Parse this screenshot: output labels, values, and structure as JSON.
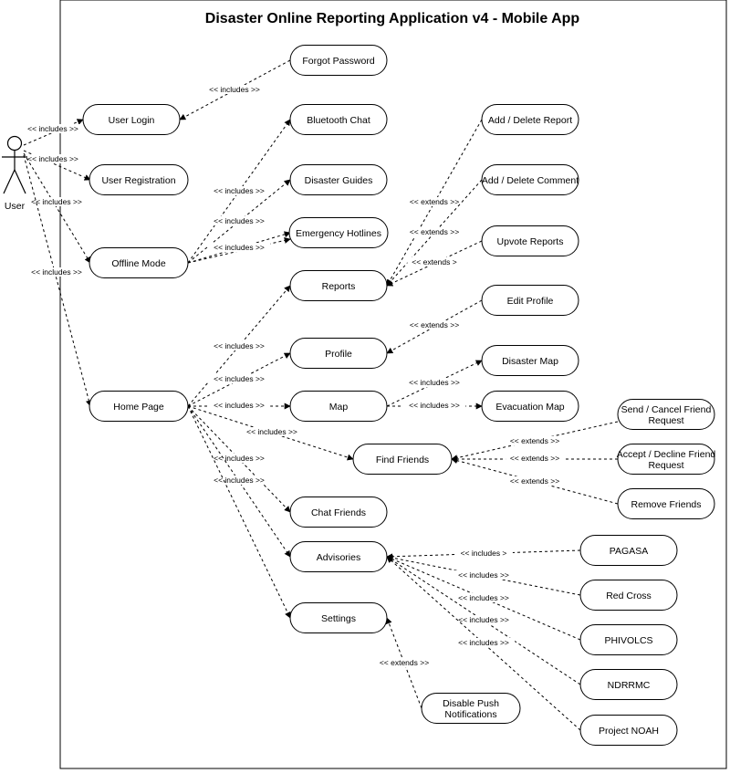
{
  "diagram": {
    "title": "Disaster Online Reporting Application v4 - Mobile App",
    "actor": {
      "id": "user",
      "label": "User"
    },
    "use_cases": [
      {
        "id": "forgot_password",
        "label": "Forgot Password"
      },
      {
        "id": "user_login",
        "label": "User Login"
      },
      {
        "id": "user_registration",
        "label": "User Registration"
      },
      {
        "id": "offline_mode",
        "label": "Offline Mode"
      },
      {
        "id": "home_page",
        "label": "Home Page"
      },
      {
        "id": "bluetooth_chat",
        "label": "Bluetooth Chat"
      },
      {
        "id": "disaster_guides",
        "label": "Disaster Guides"
      },
      {
        "id": "emergency_hotlines",
        "label": "Emergency Hotlines"
      },
      {
        "id": "reports",
        "label": "Reports"
      },
      {
        "id": "profile",
        "label": "Profile"
      },
      {
        "id": "map",
        "label": "Map"
      },
      {
        "id": "find_friends",
        "label": "Find Friends"
      },
      {
        "id": "chat_friends",
        "label": "Chat Friends"
      },
      {
        "id": "advisories",
        "label": "Advisories"
      },
      {
        "id": "settings",
        "label": "Settings"
      },
      {
        "id": "add_delete_report",
        "label": "Add / Delete Report"
      },
      {
        "id": "add_delete_comment",
        "label": "Add / Delete Comment"
      },
      {
        "id": "upvote_reports",
        "label": "Upvote Reports"
      },
      {
        "id": "edit_profile",
        "label": "Edit Profile"
      },
      {
        "id": "disaster_map",
        "label": "Disaster Map"
      },
      {
        "id": "evacuation_map",
        "label": "Evacuation Map"
      },
      {
        "id": "send_cancel_friend_request",
        "label": "Send / Cancel Friend\nRequest"
      },
      {
        "id": "accept_decline_friend_request",
        "label": "Accept / Decline Friend\nRequest"
      },
      {
        "id": "remove_friends",
        "label": "Remove Friends"
      },
      {
        "id": "pagasa",
        "label": "PAGASA"
      },
      {
        "id": "red_cross",
        "label": "Red Cross"
      },
      {
        "id": "phivolcs",
        "label": "PHIVOLCS"
      },
      {
        "id": "ndrrmc",
        "label": "NDRRMC"
      },
      {
        "id": "project_noah",
        "label": "Project NOAH"
      },
      {
        "id": "disable_push_notifications",
        "label": "Disable Push\nNotifications"
      }
    ],
    "relations": [
      {
        "from": "user",
        "to": "user_login",
        "label": "<< includes >>"
      },
      {
        "from": "user",
        "to": "user_registration",
        "label": "<< includes >>"
      },
      {
        "from": "user",
        "to": "offline_mode",
        "label": "<< includes >>"
      },
      {
        "from": "user",
        "to": "home_page",
        "label": "<< includes >>"
      },
      {
        "from": "forgot_password",
        "to": "user_login",
        "label": "<< includes >>"
      },
      {
        "from": "offline_mode",
        "to": "bluetooth_chat",
        "label": ""
      },
      {
        "from": "offline_mode",
        "to": "disaster_guides",
        "label": "<< includes >>"
      },
      {
        "from": "offline_mode",
        "to": "emergency_hotlines",
        "label": "<< includes >>"
      },
      {
        "from": "offline_mode",
        "to": "emergency_hotlines",
        "label": "<< includes >>"
      },
      {
        "from": "home_page",
        "to": "reports",
        "label": "<< includes >>"
      },
      {
        "from": "home_page",
        "to": "profile",
        "label": "<< includes >>"
      },
      {
        "from": "home_page",
        "to": "map",
        "label": "<< includes >>"
      },
      {
        "from": "home_page",
        "to": "find_friends",
        "label": "<< includes >>"
      },
      {
        "from": "home_page",
        "to": "chat_friends",
        "label": "<< includes >>"
      },
      {
        "from": "home_page",
        "to": "advisories",
        "label": "<< includes >>"
      },
      {
        "from": "home_page",
        "to": "settings",
        "label": ""
      },
      {
        "from": "add_delete_report",
        "to": "reports",
        "label": "<< extends >>"
      },
      {
        "from": "add_delete_comment",
        "to": "reports",
        "label": "<< extends >>"
      },
      {
        "from": "upvote_reports",
        "to": "reports",
        "label": "<< extends >"
      },
      {
        "from": "edit_profile",
        "to": "profile",
        "label": "<< extends >>"
      },
      {
        "from": "map",
        "to": "disaster_map",
        "label": "<< includes >>"
      },
      {
        "from": "map",
        "to": "evacuation_map",
        "label": "<< includes >>"
      },
      {
        "from": "send_cancel_friend_request",
        "to": "find_friends",
        "label": "<< extends >>"
      },
      {
        "from": "accept_decline_friend_request",
        "to": "find_friends",
        "label": "<< extends >>"
      },
      {
        "from": "remove_friends",
        "to": "find_friends",
        "label": "<< extends >>"
      },
      {
        "from": "pagasa",
        "to": "advisories",
        "label": "<< includes >"
      },
      {
        "from": "red_cross",
        "to": "advisories",
        "label": "<< includes >>"
      },
      {
        "from": "phivolcs",
        "to": "advisories",
        "label": "<< includes >>"
      },
      {
        "from": "ndrrmc",
        "to": "advisories",
        "label": "<< includes >>"
      },
      {
        "from": "project_noah",
        "to": "advisories",
        "label": "<< includes >>"
      },
      {
        "from": "disable_push_notifications",
        "to": "settings",
        "label": "<< extends >>"
      }
    ]
  }
}
